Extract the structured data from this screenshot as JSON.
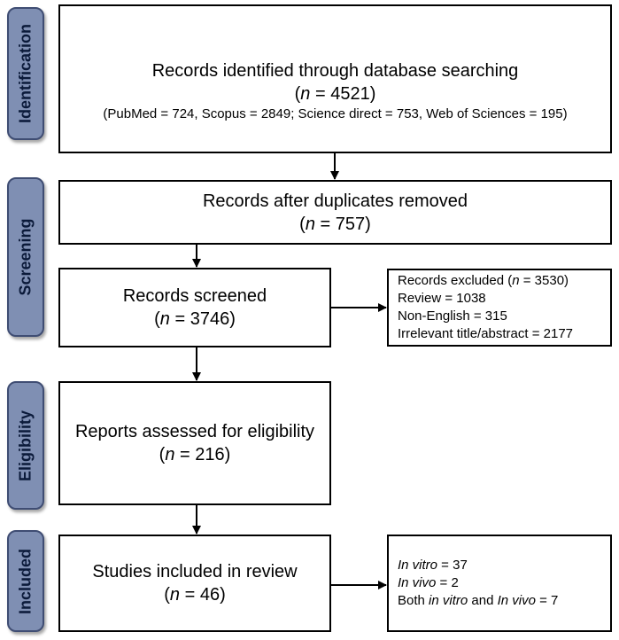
{
  "stages": {
    "identification": "Identification",
    "screening": "Screening",
    "eligibility": "Eligibility",
    "included": "Included"
  },
  "identified": {
    "title": "Records identified through database searching",
    "n_prefix": "n",
    "n_value": " = 4521",
    "sources": "(PubMed = 724, Scopus = 2849; Science direct = 753, Web of Sciences = 195)"
  },
  "duplicates_removed": {
    "title": "Records after duplicates removed",
    "n_prefix": "n",
    "n_value": " = 757"
  },
  "screened": {
    "title": "Records screened",
    "n_prefix": "n",
    "n_value": " = 3746"
  },
  "excluded": {
    "title_prefix": "Records excluded (",
    "n_prefix": "n",
    "title_value": " = 3530)",
    "review": "Review = 1038",
    "non_english": "Non-English = 315",
    "irrelevant": "Irrelevant title/abstract = 2177"
  },
  "eligibility": {
    "title": "Reports assessed for eligibility",
    "n_prefix": "n",
    "n_value": " = 216"
  },
  "included_studies": {
    "title": "Studies included in review",
    "n_prefix": "n",
    "n_value": " = 46"
  },
  "breakdown": {
    "in_vitro_label": "In vitro",
    "in_vitro_value": " = 37",
    "in_vivo_label": "In vivo",
    "in_vivo_value": " = 2",
    "both_prefix": "Both ",
    "both_in_vitro": "in vitro",
    "both_and": " and ",
    "both_in_vivo": "In vivo",
    "both_value": " = 7"
  }
}
